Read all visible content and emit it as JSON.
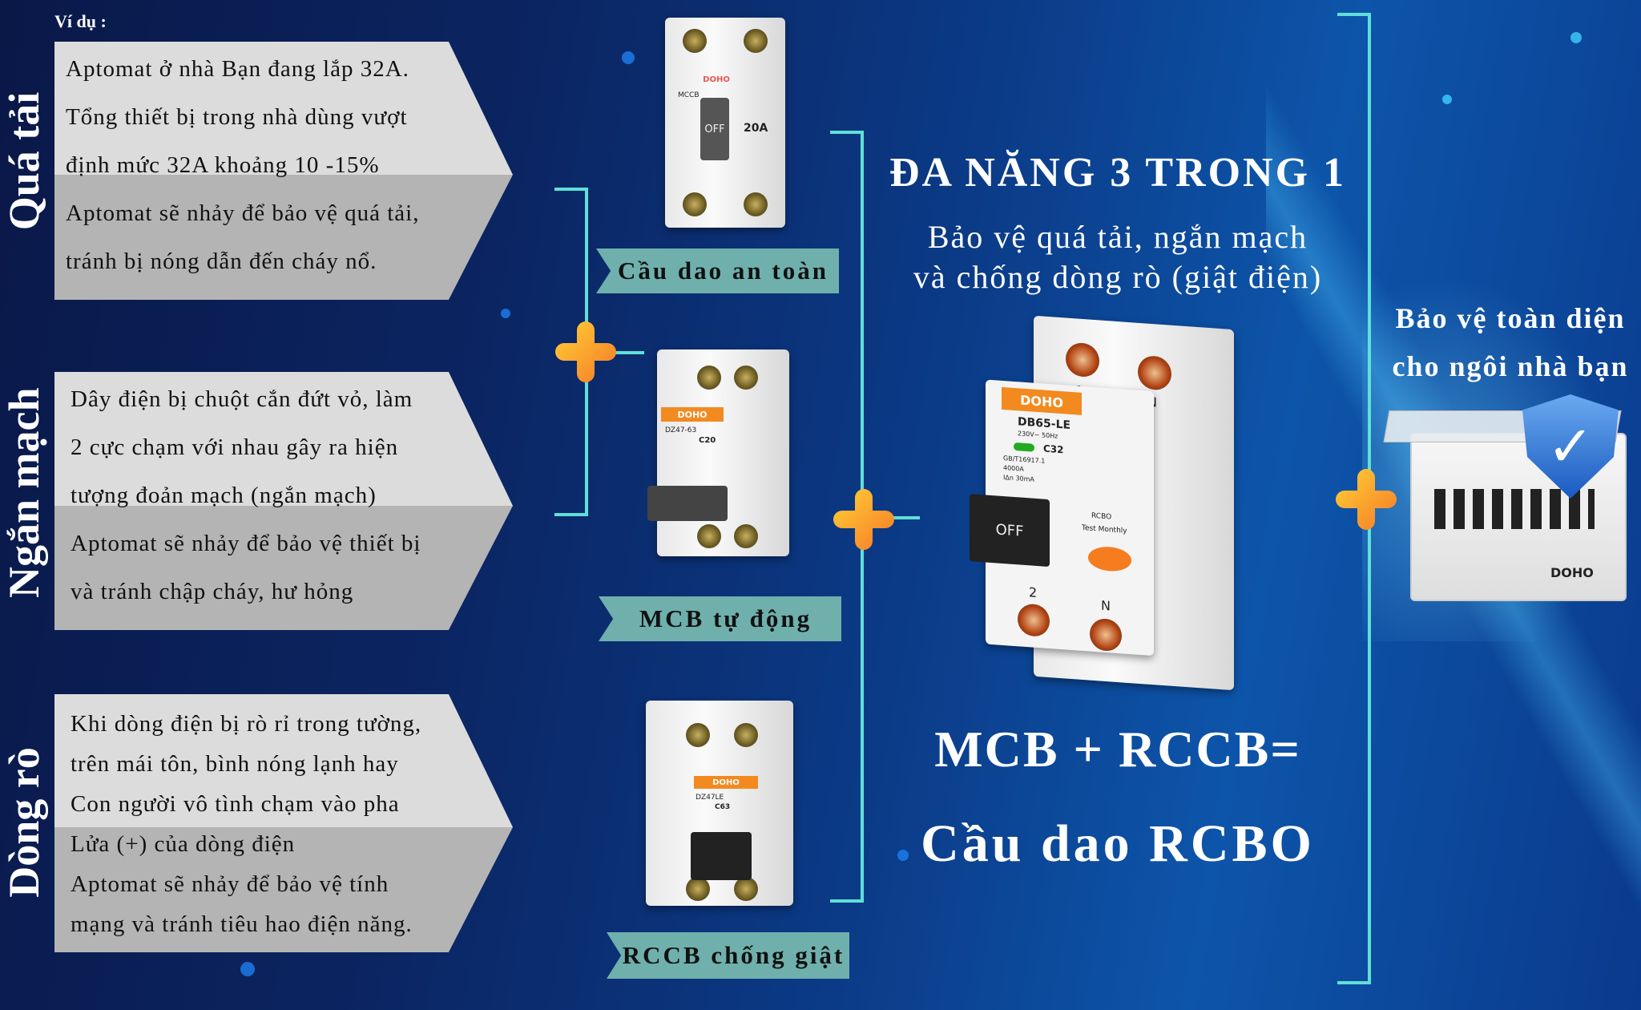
{
  "example_label": "Ví dụ :",
  "colors": {
    "ribbon": "#6fb0ad",
    "bracket": "#5fe0d8",
    "plus": "#f7a02a",
    "brand_orange": "#f28a20"
  },
  "sections": [
    {
      "title": "Quá tải",
      "top": [
        "Aptomat ở nhà Bạn đang lắp 32A.",
        "Tổng thiết bị trong nhà dùng vượt",
        "định mức 32A khoảng 10 -15%"
      ],
      "bottom": [
        "Aptomat sẽ nhảy để bảo vệ quá tải,",
        "tránh bị nóng dẫn đến cháy nổ."
      ]
    },
    {
      "title": "Ngắn mạch",
      "top": [
        "Dây điện bị chuột cắn đứt vỏ, làm",
        "2 cực chạm với nhau gây ra hiện",
        "tượng đoản mạch (ngắn mạch)"
      ],
      "bottom": [
        "Aptomat sẽ nhảy để bảo vệ thiết bị",
        "và tránh chập cháy, hư hỏng"
      ]
    },
    {
      "title": "Dòng rò",
      "top": [
        "Khi dòng điện bị rò rỉ trong tường,",
        "trên mái tôn, bình nóng lạnh hay",
        "Con người vô tình chạm vào pha"
      ],
      "bottom": [
        "Lửa (+)  của dòng điện",
        "Aptomat sẽ nhảy để bảo vệ tính",
        "mạng và tránh tiêu hao điện năng."
      ]
    }
  ],
  "products": [
    {
      "label": "Cầu dao an toàn",
      "brand": "DOHO",
      "model": "MCCB",
      "rating": "20A",
      "handle": "OFF"
    },
    {
      "label": "MCB tự động",
      "brand": "DOHO",
      "model": "DZ47-63",
      "rating": "C20"
    },
    {
      "label": "RCCB chống giật",
      "brand": "DOHO",
      "model": "DZ47LE",
      "rating": "C63"
    }
  ],
  "main": {
    "title": "ĐA NĂNG 3 TRONG 1",
    "subtitle": [
      "Bảo vệ quá tải, ngắn mạch",
      "và chống dòng rò (giật điện)"
    ],
    "formula": [
      "MCB + RCCB=",
      "Cầu dao RCBO"
    ],
    "rcbo": {
      "brand": "DOHO",
      "model": "DB65-LE",
      "voltage": "230V~ 50Hz",
      "rating": "C32",
      "standard": "GB/T16917.1",
      "capacity": "4000A",
      "leak": "IΔn 30mA",
      "type": "RCBO",
      "test": "Test Monthly",
      "handle": "OFF",
      "terminals": [
        "1",
        "N",
        "2",
        "N"
      ]
    }
  },
  "right": {
    "text": [
      "Bảo vệ toàn diện",
      "cho ngôi nhà bạn"
    ],
    "brand": "DOHO"
  }
}
